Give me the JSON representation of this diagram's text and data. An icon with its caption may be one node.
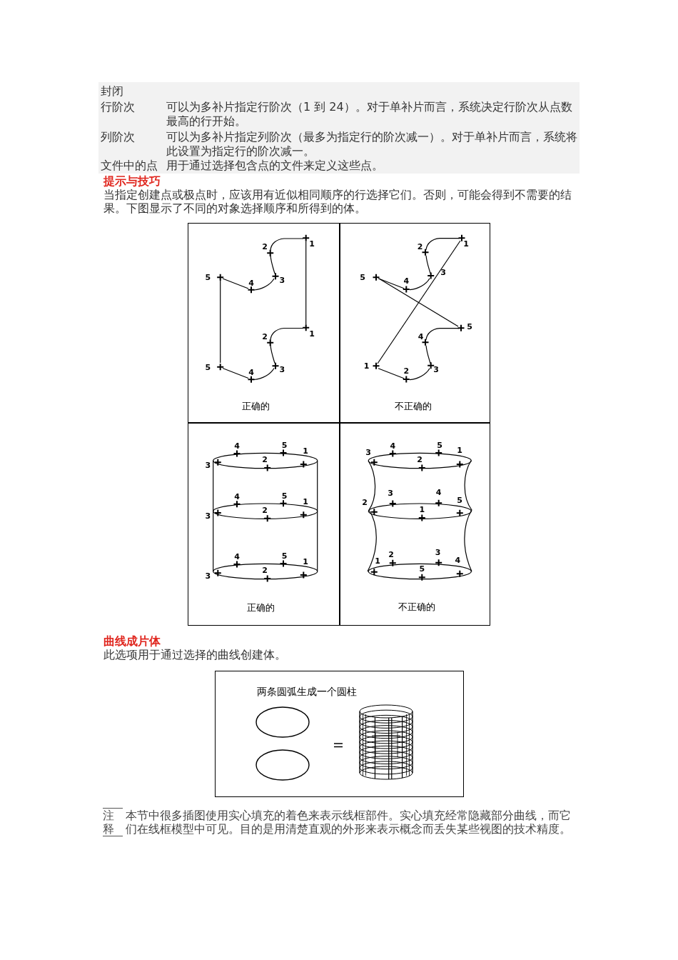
{
  "diagram": {
    "nodes": [
      {
        "text": [
          "正确的"
        ]
      },
      {
        "text": [
          "不正确的"
        ]
      },
      {
        "text": [
          "正确的"
        ]
      },
      {
        "text": [
          "不正确的"
        ]
      },
      {
        "text": [
          "两条圆弧生成一个圆柱"
        ]
      },
      {
        "text": [],
        "shape": "circle",
        "in": 4
      },
      {
        "text": [],
        "shape": "circle",
        "in": 4
      },
      {
        "text": [],
        "shape": "cylinder",
        "in": 4
      }
    ],
    "labels": [
      "封闭",
      "行阶次",
      "可以为多补片指定行阶次（1 到 24）。对于单补片而言，系统决定行阶次从点数最高的行开始。",
      "列阶次",
      "可以为多补片指定列阶次（最多为指定行的阶次减一）。对于单补片而言，系统将此设置为指定行的阶次减一。",
      "文件中的点",
      "用于通过选择包含点的文件来定义这些点。",
      "提示与技巧",
      "当指定创建点或极点时，应该用有近似相同顺序的行选择它们。否则，可能会得到不需要的结果。下图显示了不同的对象选择顺序和所得到的体。",
      "1",
      "2",
      "5",
      "4",
      "3",
      "1",
      "2",
      "5",
      "4",
      "3",
      "1",
      "2",
      "5",
      "4",
      "3",
      "5",
      "4",
      "1",
      "2",
      "3",
      "4",
      "5",
      "3",
      "2",
      "1",
      "4",
      "5",
      "3",
      "2",
      "1",
      "4",
      "5",
      "3",
      "2",
      "1",
      "3",
      "4",
      "5",
      "2",
      "1",
      "3",
      "4",
      "2",
      "1",
      "5",
      "2",
      "3",
      "1",
      "5",
      "4",
      "曲线成片体",
      "此选项用于通过选择的曲线创建体。",
      "注释",
      "本节中很多插图使用实心填充的着色来表示线框部件。实心填充经常隐藏部分曲线，而它们在线框模型中可见。目的是用清楚直观的外形来表示概念而丢失某些视图的技术精度。"
    ]
  }
}
